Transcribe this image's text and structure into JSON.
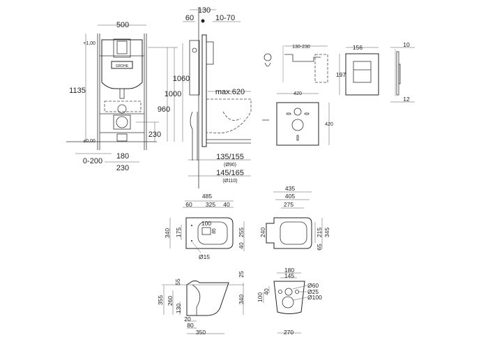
{
  "frame_front_view": {
    "width": "500",
    "total_height": "1135",
    "level_top": "+1,00",
    "level_floor": "±0,00",
    "height_1060": "1060",
    "height_1000": "1000",
    "height_960": "960",
    "height_230": "230",
    "adjust_0_200": "0-200",
    "spacing_180": "180",
    "spacing_230": "230"
  },
  "frame_side_view": {
    "depth_130": "130",
    "offset_60": "60",
    "wall_10_70": "10-70",
    "max_620": "max.620",
    "pipe_90": "135/155",
    "pipe_90_dia": "(Ø90)",
    "pipe_110": "145/165",
    "pipe_110_dia": "(Ø110)"
  },
  "accessories": {
    "anchor_range": "130-230",
    "plate_width": "156",
    "plate_height": "197",
    "plate_depth_10": "10",
    "plate_depth_12": "12",
    "pad_width": "420",
    "pad_height": "420"
  },
  "bowl_top_view": {
    "length": "485",
    "d60": "60",
    "d325": "325",
    "d40": "40",
    "width": "340",
    "bolt_spacing": "175",
    "outlet_w": "100",
    "outlet_h": "85",
    "d255": "255",
    "d40b": "40",
    "bolt_dia": "Ø15"
  },
  "seat_top_view": {
    "d435": "435",
    "d405": "405",
    "d275": "275",
    "d240": "240",
    "d215": "215",
    "d345": "345",
    "d65": "65"
  },
  "bowl_side_view": {
    "d55": "55",
    "d25": "25",
    "d355": "355",
    "d260": "260",
    "d130": "130",
    "d340": "340",
    "d20": "20",
    "d80": "80",
    "d350": "350"
  },
  "bowl_back_view": {
    "d180": "180",
    "d145": "145",
    "dia60": "Ø60",
    "dia25": "Ø25",
    "dia100": "Ø100",
    "d40": "40",
    "d100": "100",
    "d270": "270"
  },
  "brand_logo": "GROHE"
}
